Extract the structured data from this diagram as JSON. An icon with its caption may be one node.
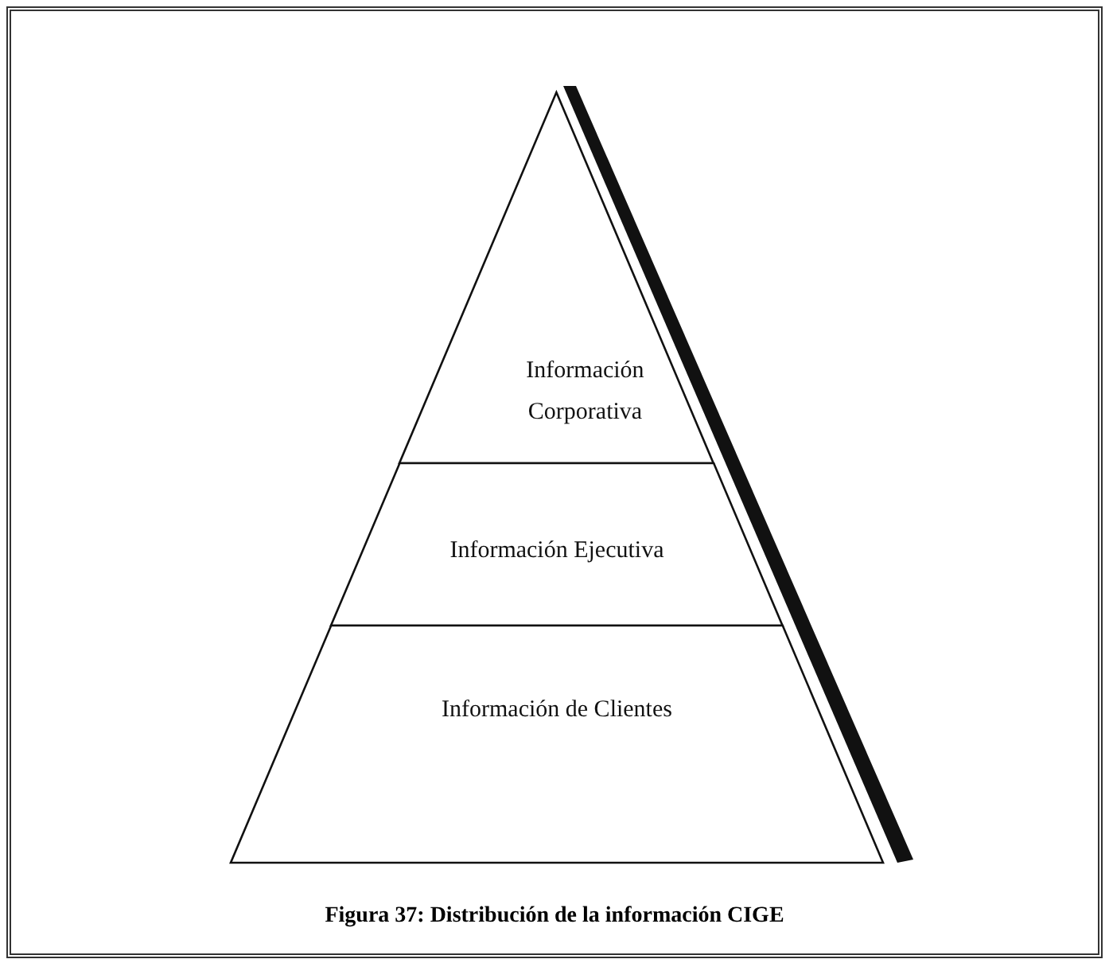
{
  "diagram": {
    "caption": "Figura 37: Distribución de la información CIGE",
    "nodes": [
      {
        "text": [
          "Información Corporativa"
        ]
      },
      {
        "text": [
          "Información Ejecutiva"
        ]
      },
      {
        "text": [
          "Información de Clientes"
        ]
      }
    ]
  }
}
